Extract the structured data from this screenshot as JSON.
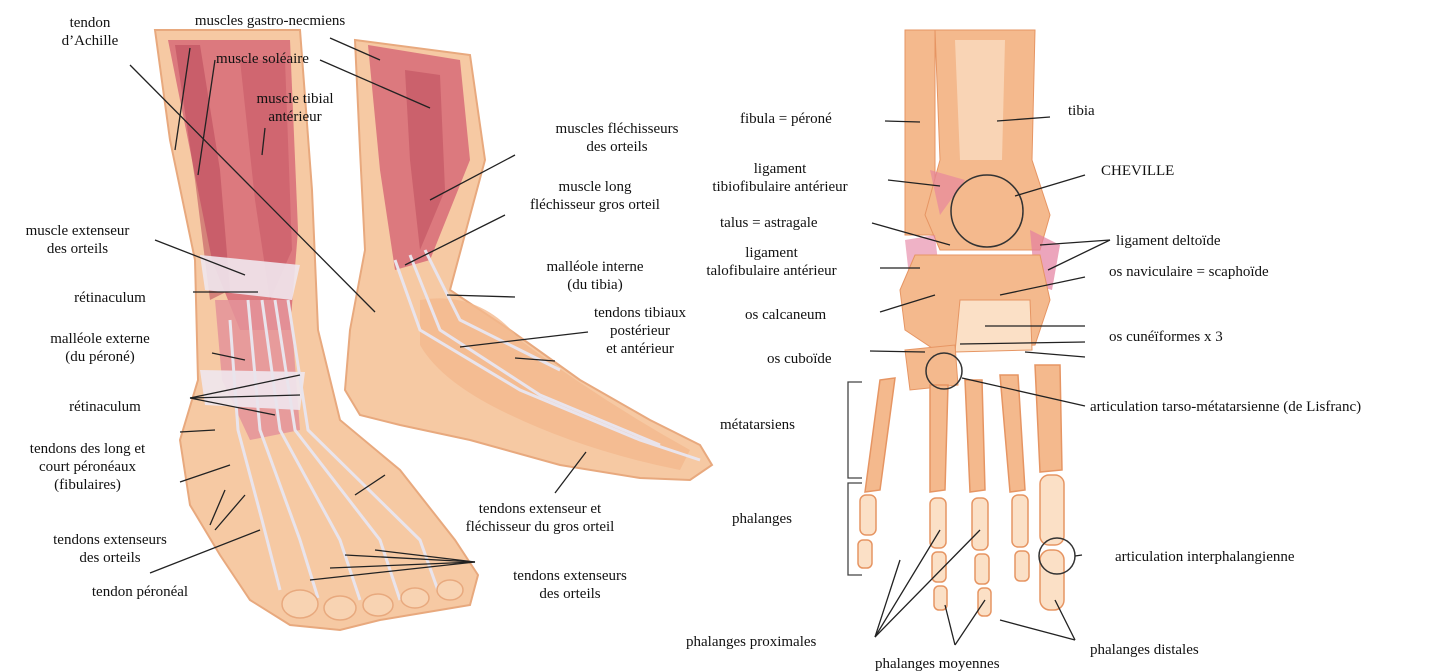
{
  "colors": {
    "background": "#ffffff",
    "skin": "#f6c9a3",
    "skin_dark": "#e8a97e",
    "muscle": "#d9707a",
    "muscle_dark": "#b9495a",
    "tendon": "#e9e4ec",
    "bone": "#f4b98d",
    "bone_light": "#fbe0c6",
    "bone_dark": "#e69563",
    "ligament": "#e47fa0",
    "line": "#222222",
    "text": "#111111"
  },
  "labels": {
    "tendon_achille": [
      "tendon",
      "d’Achille"
    ],
    "gastro": [
      "muscles gastro-necmiens"
    ],
    "soleaire": [
      "muscle soléaire"
    ],
    "tibial_ant": [
      "muscle tibial",
      "antérieur"
    ],
    "flechisseurs": [
      "muscles fléchisseurs",
      "des orteils"
    ],
    "long_flechisseur": [
      "muscle long",
      "fléchisseur gros orteil"
    ],
    "extenseur_orteils": [
      "muscle extenseur",
      "des orteils"
    ],
    "retinaculum1": [
      "rétinaculum"
    ],
    "malleole_interne": [
      "malléole interne",
      "(du tibia)"
    ],
    "malleole_externe": [
      "malléole externe",
      "(du péroné)"
    ],
    "tendons_tibiaux": [
      "tendons tibiaux",
      "postérieur",
      "et antérieur"
    ],
    "retinaculum2": [
      "rétinaculum"
    ],
    "peroneaux": [
      "tendons des long et",
      "court péronéaux",
      "(fibulaires)"
    ],
    "ext_flech_gros": [
      "tendons extenseur et",
      "fléchisseur du gros orteil"
    ],
    "tendons_ext_orteils_left": [
      "tendons extenseurs",
      "des orteils"
    ],
    "tendon_peroneal": [
      "tendon péronéal"
    ],
    "tendons_ext_orteils_mid": [
      "tendons extenseurs",
      "des orteils"
    ],
    "fibula": [
      "fibula = péroné"
    ],
    "tibia": [
      "tibia"
    ],
    "lig_tibiofib": [
      "ligament",
      "tibiofibulaire antérieur"
    ],
    "cheville": [
      "CHEVILLE"
    ],
    "talus": [
      "talus = astragale"
    ],
    "deltoide": [
      "ligament deltoïde"
    ],
    "lig_talofib": [
      "ligament",
      "talofibulaire antérieur"
    ],
    "naviculaire": [
      "os naviculaire = scaphoïde"
    ],
    "calcaneum": [
      "os calcaneum"
    ],
    "cuneiformes": [
      "os cunéïformes x 3"
    ],
    "cuboide": [
      "os cuboïde"
    ],
    "lisfranc": [
      "articulation tarso-métatarsienne (de Lisfranc)"
    ],
    "metatarsiens": [
      "métatarsiens"
    ],
    "phalanges": [
      "phalanges"
    ],
    "interphalangienne": [
      "articulation interphalangienne"
    ],
    "proximales": [
      "phalanges proximales"
    ],
    "distales": [
      "phalanges distales"
    ],
    "moyennes": [
      "phalanges moyennes"
    ]
  }
}
